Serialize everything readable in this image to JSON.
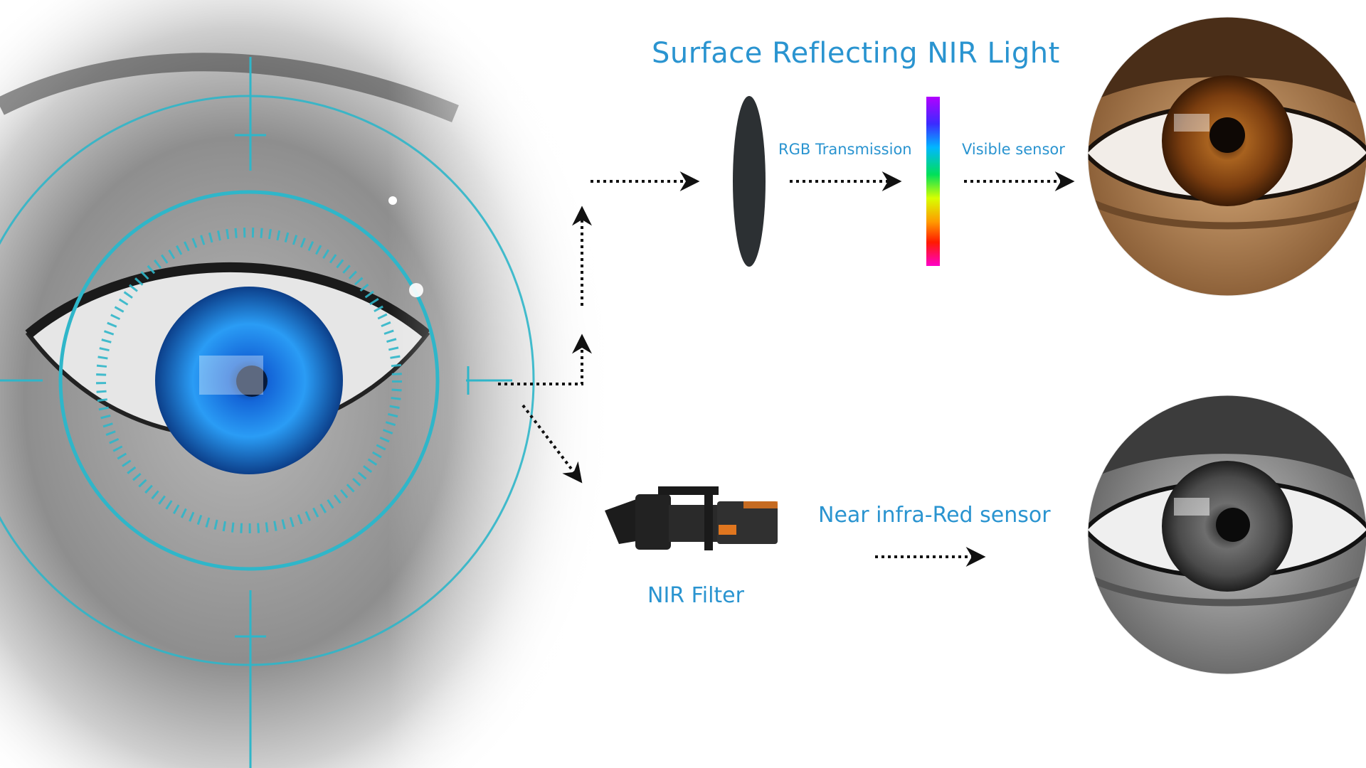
{
  "title": "Surface Reflecting NIR Light",
  "labels": {
    "rgb_transmission": "RGB Transmission",
    "visible_sensor": "Visible sensor",
    "nir_sensor": "Near infra-Red sensor",
    "nir_filter": "NIR Filter"
  },
  "colors": {
    "accent": "#2a94d0",
    "hud": "#2fb6c9",
    "arrow": "#111111",
    "lens": "#2c3033",
    "iris_blue": "#1d7fe0",
    "iris_brown": "#8a4a1a",
    "camera_orange": "#e0761f"
  },
  "icons": [
    "eye-scan-image",
    "lens-icon",
    "spectrum-bar",
    "nir-camera-icon",
    "color-eye-image",
    "nir-eye-image"
  ]
}
